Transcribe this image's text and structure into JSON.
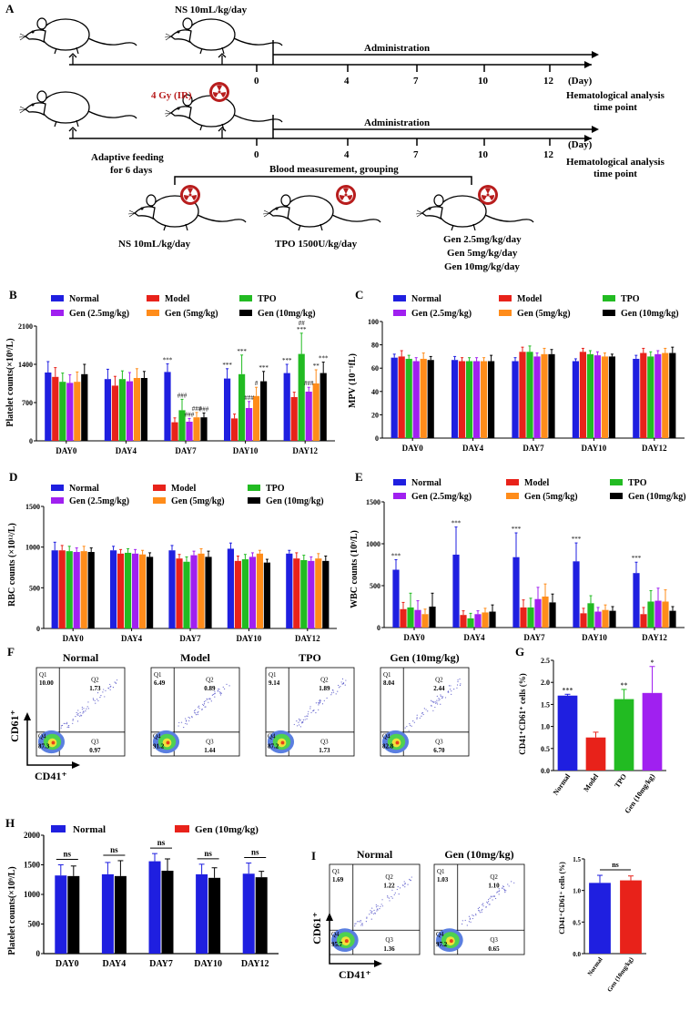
{
  "colors": {
    "Normal": "#1f1fe0",
    "Model": "#e8221a",
    "TPO": "#22bb22",
    "Gen (2.5mg/kg)": "#a020f0",
    "Gen (5mg/kg)": "#ff8c1a",
    "Gen (10mg/kg)": "#000000",
    "irradiation": "#b81d1d"
  },
  "panel_a": {
    "letter": "A",
    "ns_top": "NS 10mL/kg/day",
    "administration": "Administration",
    "days": [
      "0",
      "4",
      "7",
      "10",
      "12"
    ],
    "day_unit": "(Day)",
    "hema1": "Hematological analysis",
    "hema2": "time point",
    "ir_label": "4 Gy (IR)",
    "adaptive1": "Adaptive feeding",
    "adaptive2": "for 6 days",
    "blood": "Blood measurement, grouping",
    "group_ns": "NS 10mL/kg/day",
    "group_tpo": "TPO 1500U/kg/day",
    "group_gen": [
      "Gen 2.5mg/kg/day",
      "Gen 5mg/kg/day",
      "Gen 10mg/kg/day"
    ]
  },
  "chart_data": [
    {
      "id": "B",
      "type": "bar",
      "ylabel": "Platelet counts(×10⁹/L)",
      "ylim": [
        0,
        2100
      ],
      "yticks": [
        0,
        700,
        1400,
        2100
      ],
      "categories": [
        "DAY0",
        "DAY4",
        "DAY7",
        "DAY10",
        "DAY12"
      ],
      "series": [
        {
          "name": "Normal",
          "values": [
            1250,
            1130,
            1260,
            1140,
            1240
          ],
          "errors": [
            200,
            180,
            150,
            180,
            160
          ]
        },
        {
          "name": "Model",
          "values": [
            1170,
            1010,
            340,
            410,
            800
          ],
          "errors": [
            170,
            170,
            80,
            80,
            90
          ]
        },
        {
          "name": "TPO",
          "values": [
            1080,
            1130,
            560,
            1220,
            1590
          ],
          "errors": [
            160,
            150,
            200,
            350,
            380
          ]
        },
        {
          "name": "Gen (2.5mg/kg)",
          "values": [
            1060,
            1090,
            350,
            600,
            900
          ],
          "errors": [
            150,
            160,
            60,
            120,
            80
          ]
        },
        {
          "name": "Gen (5mg/kg)",
          "values": [
            1080,
            1150,
            430,
            820,
            1050
          ],
          "errors": [
            180,
            170,
            90,
            160,
            250
          ]
        },
        {
          "name": "Gen (10mg/kg)",
          "values": [
            1220,
            1150,
            430,
            1090,
            1240
          ],
          "errors": [
            180,
            120,
            80,
            180,
            200
          ]
        }
      ],
      "annotations": [
        {
          "text": "***",
          "cat": 2,
          "series": 0
        },
        {
          "text": "###",
          "cat": 2,
          "series": 2
        },
        {
          "text": "###",
          "cat": 2,
          "series": 3
        },
        {
          "text": "###",
          "cat": 2,
          "series": 4
        },
        {
          "text": "###",
          "cat": 2,
          "series": 5
        },
        {
          "text": "***",
          "cat": 3,
          "series": 0
        },
        {
          "text": "***",
          "cat": 3,
          "series": 2
        },
        {
          "text": "###",
          "cat": 3,
          "series": 3
        },
        {
          "text": "#",
          "cat": 3,
          "series": 4
        },
        {
          "text": "***",
          "cat": 3,
          "series": 5
        },
        {
          "text": "***",
          "cat": 4,
          "series": 0
        },
        {
          "text": "##",
          "cat": 4,
          "series": 2,
          "row": 1
        },
        {
          "text": "***",
          "cat": 4,
          "series": 2
        },
        {
          "text": "###",
          "cat": 4,
          "series": 3
        },
        {
          "text": "**",
          "cat": 4,
          "series": 4
        },
        {
          "text": "***",
          "cat": 4,
          "series": 5
        }
      ]
    },
    {
      "id": "C",
      "type": "bar",
      "ylabel": "MPV (10⁻¹fL)",
      "ylim": [
        0,
        100
      ],
      "yticks": [
        0,
        20,
        40,
        60,
        80,
        100
      ],
      "categories": [
        "DAY0",
        "DAY4",
        "DAY7",
        "DAY10",
        "DAY12"
      ],
      "series": [
        {
          "name": "Normal",
          "values": [
            69,
            67,
            66,
            66,
            68
          ],
          "errors": [
            3,
            3,
            3,
            2,
            3
          ]
        },
        {
          "name": "Model",
          "values": [
            70,
            66,
            74,
            74,
            73
          ],
          "errors": [
            5,
            3,
            4,
            3,
            4
          ]
        },
        {
          "name": "TPO",
          "values": [
            68,
            66,
            74,
            72,
            70
          ],
          "errors": [
            3,
            3,
            5,
            3,
            4
          ]
        },
        {
          "name": "Gen (2.5mg/kg)",
          "values": [
            66,
            66,
            70,
            71,
            72
          ],
          "errors": [
            3,
            3,
            3,
            3,
            3
          ]
        },
        {
          "name": "Gen (5mg/kg)",
          "values": [
            68,
            66,
            72,
            70,
            73
          ],
          "errors": [
            5,
            3,
            5,
            3,
            4
          ]
        },
        {
          "name": "Gen (10mg/kg)",
          "values": [
            67,
            66,
            72,
            70,
            73
          ],
          "errors": [
            3,
            5,
            4,
            2,
            5
          ]
        }
      ],
      "annotations": []
    },
    {
      "id": "D",
      "type": "bar",
      "ylabel": "RBC counts (×10¹²/L)",
      "ylim": [
        0,
        1500
      ],
      "yticks": [
        0,
        500,
        1000,
        1500
      ],
      "categories": [
        "DAY0",
        "DAY4",
        "DAY7",
        "DAY10",
        "DAY12"
      ],
      "series": [
        {
          "name": "Normal",
          "values": [
            960,
            960,
            960,
            980,
            920
          ],
          "errors": [
            100,
            50,
            60,
            70,
            40
          ]
        },
        {
          "name": "Model",
          "values": [
            960,
            920,
            860,
            830,
            860
          ],
          "errors": [
            60,
            50,
            50,
            60,
            70
          ]
        },
        {
          "name": "TPO",
          "values": [
            950,
            930,
            820,
            850,
            840
          ],
          "errors": [
            60,
            50,
            60,
            60,
            60
          ]
        },
        {
          "name": "Gen (2.5mg/kg)",
          "values": [
            940,
            920,
            900,
            880,
            830
          ],
          "errors": [
            50,
            50,
            50,
            50,
            50
          ]
        },
        {
          "name": "Gen (5mg/kg)",
          "values": [
            950,
            910,
            920,
            920,
            860
          ],
          "errors": [
            60,
            50,
            60,
            40,
            60
          ]
        },
        {
          "name": "Gen (10mg/kg)",
          "values": [
            940,
            880,
            880,
            810,
            830
          ],
          "errors": [
            50,
            50,
            70,
            40,
            60
          ]
        }
      ],
      "annotations": []
    },
    {
      "id": "E",
      "type": "bar",
      "ylabel": "WBC counts (10⁹/L)",
      "ylim": [
        0,
        1500
      ],
      "yticks": [
        0,
        500,
        1000,
        1500
      ],
      "categories": [
        "DAY0",
        "DAY4",
        "DAY7",
        "DAY10",
        "DAY12"
      ],
      "series": [
        {
          "name": "Normal",
          "values": [
            690,
            870,
            840,
            790,
            650
          ],
          "errors": [
            120,
            330,
            290,
            220,
            130
          ]
        },
        {
          "name": "Model",
          "values": [
            220,
            150,
            240,
            170,
            160
          ],
          "errors": [
            80,
            50,
            90,
            60,
            80
          ]
        },
        {
          "name": "TPO",
          "values": [
            240,
            110,
            240,
            290,
            310
          ],
          "errors": [
            170,
            60,
            110,
            90,
            130
          ]
        },
        {
          "name": "Gen (2.5mg/kg)",
          "values": [
            210,
            160,
            340,
            190,
            320
          ],
          "errors": [
            110,
            40,
            140,
            50,
            150
          ]
        },
        {
          "name": "Gen (5mg/kg)",
          "values": [
            160,
            180,
            370,
            210,
            310
          ],
          "errors": [
            60,
            50,
            150,
            60,
            140
          ]
        },
        {
          "name": "Gen (10mg/kg)",
          "values": [
            250,
            190,
            300,
            200,
            200
          ],
          "errors": [
            160,
            80,
            100,
            50,
            50
          ]
        }
      ],
      "annotations": [
        {
          "text": "***",
          "cat": 0,
          "series": 0
        },
        {
          "text": "***",
          "cat": 1,
          "series": 0
        },
        {
          "text": "***",
          "cat": 2,
          "series": 0
        },
        {
          "text": "***",
          "cat": 3,
          "series": 0
        },
        {
          "text": "***",
          "cat": 4,
          "series": 0
        }
      ]
    },
    {
      "id": "G",
      "type": "bar",
      "ylabel": "CD41⁺CD61⁺ cells (%)",
      "ylim": [
        0,
        2.5
      ],
      "yticks": [
        0,
        0.5,
        1.0,
        1.5,
        2.0,
        2.5
      ],
      "categories": [
        "Normal",
        "Model",
        "TPO",
        "Gen (10mg/kg)"
      ],
      "values": [
        1.7,
        0.75,
        1.62,
        1.76
      ],
      "errors": [
        0.03,
        0.12,
        0.22,
        0.6
      ],
      "colors": [
        "#1f1fe0",
        "#e8221a",
        "#22bb22",
        "#a020f0"
      ],
      "annotations": [
        "***",
        "",
        "**",
        "*"
      ]
    },
    {
      "id": "H",
      "type": "bar",
      "ylabel": "Platelet counts(×10⁹/L)",
      "ylim": [
        0,
        2000
      ],
      "yticks": [
        0,
        500,
        1000,
        1500,
        2000
      ],
      "categories": [
        "DAY0",
        "DAY4",
        "DAY7",
        "DAY10",
        "DAY12"
      ],
      "series": [
        {
          "name": "Normal",
          "values": [
            1320,
            1340,
            1560,
            1340,
            1350
          ],
          "errors": [
            180,
            200,
            130,
            170,
            180
          ]
        },
        {
          "name": "Gen (10mg/kg)",
          "values": [
            1310,
            1310,
            1400,
            1280,
            1290
          ],
          "errors": [
            170,
            260,
            200,
            170,
            100
          ]
        }
      ],
      "sig": [
        "ns",
        "ns",
        "ns",
        "ns",
        "ns"
      ]
    },
    {
      "id": "I",
      "type": "bar",
      "ylabel": "CD41⁺CD61⁺ cells (%)",
      "ylim": [
        0,
        1.5
      ],
      "yticks": [
        0.0,
        0.5,
        1.0,
        1.5
      ],
      "categories": [
        "Normal",
        "Gen (10mg/kg)"
      ],
      "values": [
        1.12,
        1.16
      ],
      "errors": [
        0.12,
        0.07
      ],
      "colors": [
        "#1f1fe0",
        "#e8221a"
      ],
      "sig": "ns"
    }
  ],
  "flow_f": {
    "letter": "F",
    "y_axis": "CD61⁺",
    "x_axis": "CD41⁺",
    "plots": [
      {
        "title": "Normal",
        "Q1": "10.00",
        "Q2": "1.73",
        "Q3": "0.97",
        "Q4": "87.3"
      },
      {
        "title": "Model",
        "Q1": "6.49",
        "Q2": "0.89",
        "Q3": "1.44",
        "Q4": "91.2"
      },
      {
        "title": "TPO",
        "Q1": "9.14",
        "Q2": "1.89",
        "Q3": "1.73",
        "Q4": "87.2"
      },
      {
        "title": "Gen (10mg/kg)",
        "Q1": "8.04",
        "Q2": "2.44",
        "Q3": "6.70",
        "Q4": "82.8"
      }
    ]
  },
  "flow_i": {
    "letter": "I",
    "y_axis": "CD61⁺",
    "x_axis": "CD41⁺",
    "plots": [
      {
        "title": "Normal",
        "Q1": "1.69",
        "Q2": "1.22",
        "Q3": "1.36",
        "Q4": "95.7"
      },
      {
        "title": "Gen (10mg/kg)",
        "Q1": "1.03",
        "Q2": "1.10",
        "Q3": "0.65",
        "Q4": "97.2"
      }
    ]
  }
}
